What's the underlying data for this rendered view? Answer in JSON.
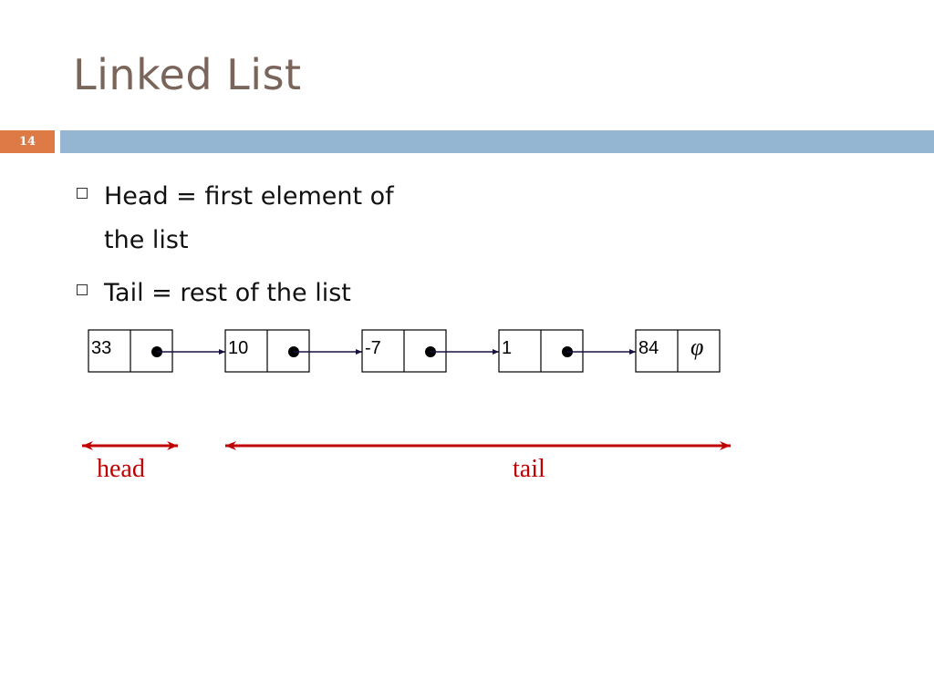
{
  "slide": {
    "title": "Linked List",
    "number": "14"
  },
  "bullets": [
    {
      "text": "Head = first element of the list"
    },
    {
      "text": "Tail = rest of the list"
    }
  ],
  "list": {
    "nodes": [
      {
        "value": "33",
        "pointer": "dot"
      },
      {
        "value": "10",
        "pointer": "dot"
      },
      {
        "value": "-7",
        "pointer": "dot"
      },
      {
        "value": "1",
        "pointer": "dot"
      },
      {
        "value": "84",
        "pointer": "null"
      }
    ],
    "null_symbol": "φ"
  },
  "labels": {
    "head": "head",
    "tail": "tail"
  },
  "colors": {
    "title": "#7a655a",
    "title_bar": "#94b6d2",
    "slide_number_bg": "#dd7a45",
    "arrow_red": "#c00000",
    "pointer_arrow": "#1a1040"
  }
}
